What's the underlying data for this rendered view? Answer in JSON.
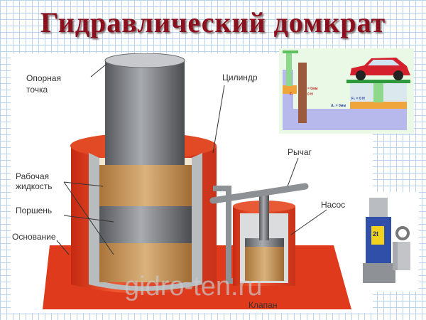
{
  "title": "Гидравлический домкрат",
  "labels": {
    "support_point_1": "Опорная",
    "support_point_2": "точка",
    "cylinder": "Цилиндр",
    "lever": "Рычаг",
    "pump": "Насос",
    "fluid_1": "Рабочая",
    "fluid_2": "жидкость",
    "piston": "Поршень",
    "base": "Основание",
    "valve": "Клапан"
  },
  "watermark": "gidro-ten.ru",
  "inset": {
    "d1": "= 0мм",
    "f1": "F₁",
    "f1_val": "0 Н",
    "d2": "d₂ = 0мм",
    "f2": "F₂ = 0 Н"
  },
  "photo": {
    "badge": "2t"
  },
  "colors": {
    "title": "#8b0f1c",
    "red": "#e3401f",
    "steel": "#7b7e82",
    "fluid": "#c99a5c"
  }
}
